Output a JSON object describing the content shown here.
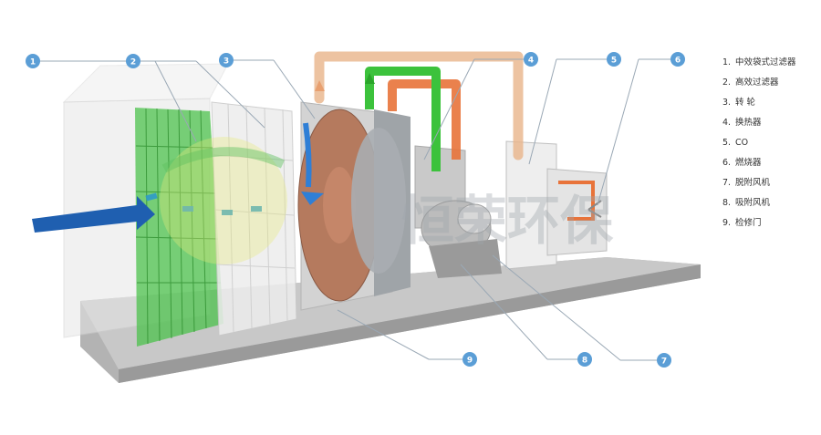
{
  "legend": [
    {
      "num": "1.",
      "label": "中效袋式过滤器"
    },
    {
      "num": "2.",
      "label": "高效过滤器"
    },
    {
      "num": "3.",
      "label": "转 轮"
    },
    {
      "num": "4.",
      "label": "换热器"
    },
    {
      "num": "5.",
      "label": "CO"
    },
    {
      "num": "6.",
      "label": "燃烧器"
    },
    {
      "num": "7.",
      "label": "脱附风机"
    },
    {
      "num": "8.",
      "label": "吸附风机"
    },
    {
      "num": "9.",
      "label": "检修门"
    }
  ],
  "callouts": [
    "1",
    "2",
    "3",
    "4",
    "5",
    "6",
    "7",
    "8",
    "9"
  ],
  "watermark": "恒荣环保",
  "colors": {
    "callout": "#5b9ed6",
    "duct_green": "#3cc23c",
    "duct_orange": "#e8733a",
    "duct_tan": "#e8b48a",
    "arrow_blue": "#1f5fb0",
    "filter_green": "#4cc24c",
    "rotor": "#b57a5e"
  }
}
